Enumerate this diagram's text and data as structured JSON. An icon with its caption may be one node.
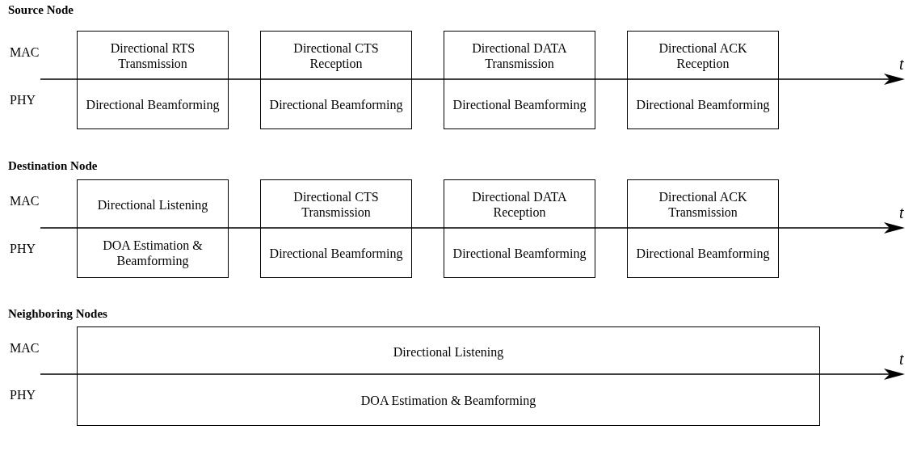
{
  "diagram": {
    "nodes": [
      {
        "text": [
          "Directional RTS Transmission",
          "Directional Beamforming"
        ]
      },
      {
        "text": [
          "Directional CTS Reception",
          "Directional Beamforming"
        ]
      },
      {
        "text": [
          "Directional DATA Transmission",
          "Directional Beamforming"
        ]
      },
      {
        "text": [
          "Directional ACK Reception",
          "Directional Beamforming"
        ]
      },
      {
        "text": [
          "Directional Listening",
          "DOA Estimation & Beamforming"
        ]
      },
      {
        "text": [
          "Directional CTS Transmission",
          "Directional Beamforming"
        ]
      },
      {
        "text": [
          "Directional DATA Reception",
          "Directional Beamforming"
        ]
      },
      {
        "text": [
          "Directional ACK Transmission",
          "Directional Beamforming"
        ]
      },
      {
        "text": [
          "Directional Listening",
          "DOA Estimation & Beamforming"
        ]
      }
    ],
    "edges": [],
    "labels": [
      "Source Node",
      "MAC",
      "PHY",
      "t",
      "Destination Node",
      "MAC",
      "PHY",
      "t",
      "Neighboring Nodes",
      "MAC",
      "PHY",
      "t"
    ]
  }
}
